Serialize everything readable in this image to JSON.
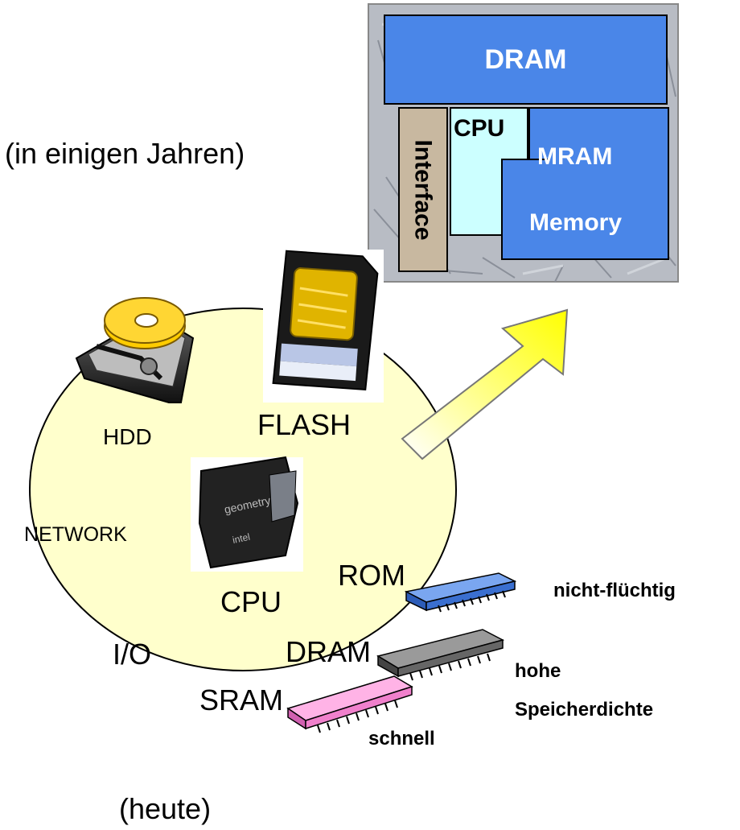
{
  "title_future": "(in einigen Jahren)",
  "title_today": "(heute)",
  "chip": {
    "dram": "DRAM",
    "cpu": "CPU",
    "mram": "MRAM",
    "memory": "Memory",
    "interface": "Interface"
  },
  "circle_labels": {
    "hdd": "HDD",
    "flash": "FLASH",
    "network": "NETWORK",
    "rom": "ROM",
    "cpu": "CPU",
    "io": "I/O",
    "dram": "DRAM",
    "sram": "SRAM"
  },
  "properties": {
    "nonvolatile": "nicht-flüchtig",
    "density_line1": "hohe",
    "density_line2": "Speicherdichte",
    "fast": "schnell"
  },
  "icons": [
    "hard-disk-icon",
    "flash-card-icon",
    "processor-icon",
    "memory-chip-icon",
    "arrow-icon"
  ],
  "colors": {
    "circle_fill": "#ffffcc",
    "dram_block": "#4a86e8",
    "cpu_block": "#ccffff",
    "mram_block": "#4a86e8",
    "interface_block": "#c8b8a0",
    "rom_chip": "#4a7fd8",
    "dram_chip": "#777777",
    "sram_chip": "#ff99dd",
    "arrow_from": "#ffffff",
    "arrow_to": "#ffff00"
  }
}
